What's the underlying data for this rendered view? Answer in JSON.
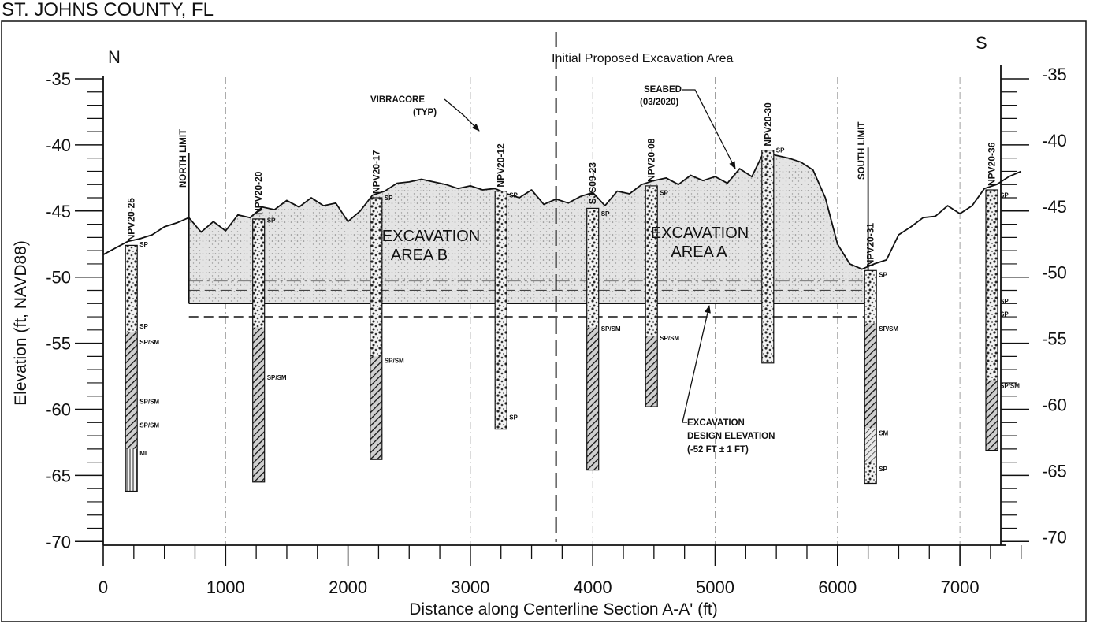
{
  "title": "ST. JOHNS COUNTY, FL",
  "compass": {
    "north": "N",
    "south": "S"
  },
  "chart_data": {
    "type": "cross-section",
    "xlabel": "Distance along Centerline Section A-A' (ft)",
    "ylabel": "Elevation (ft, NAVD88)",
    "xlim": [
      0,
      7500
    ],
    "ylim": [
      -70,
      -35
    ],
    "x_ticks": [
      0,
      1000,
      2000,
      3000,
      4000,
      5000,
      6000,
      7000
    ],
    "y_ticks": [
      -35,
      -40,
      -45,
      -50,
      -55,
      -60,
      -65,
      -70
    ],
    "x_tick_labels": [
      "0",
      "1000",
      "2000",
      "3000",
      "4000",
      "5000",
      "6000",
      "7000"
    ],
    "y_tick_labels": [
      "-35",
      "-40",
      "-45",
      "-50",
      "-55",
      "-60",
      "-65",
      "-70"
    ],
    "seabed_profile": [
      [
        0,
        -48.3
      ],
      [
        100,
        -47.8
      ],
      [
        200,
        -47.3
      ],
      [
        300,
        -47.1
      ],
      [
        400,
        -46.8
      ],
      [
        500,
        -46.2
      ],
      [
        600,
        -45.9
      ],
      [
        700,
        -45.5
      ],
      [
        800,
        -46.6
      ],
      [
        900,
        -45.8
      ],
      [
        1000,
        -46.5
      ],
      [
        1100,
        -45.3
      ],
      [
        1200,
        -45.5
      ],
      [
        1300,
        -44.7
      ],
      [
        1400,
        -44.9
      ],
      [
        1500,
        -44.2
      ],
      [
        1600,
        -44.7
      ],
      [
        1700,
        -44.0
      ],
      [
        1800,
        -44.6
      ],
      [
        1900,
        -44.4
      ],
      [
        2000,
        -45.8
      ],
      [
        2100,
        -45.0
      ],
      [
        2200,
        -43.8
      ],
      [
        2300,
        -43.5
      ],
      [
        2400,
        -42.9
      ],
      [
        2500,
        -42.8
      ],
      [
        2600,
        -42.6
      ],
      [
        2700,
        -42.8
      ],
      [
        2800,
        -43.0
      ],
      [
        2900,
        -43.3
      ],
      [
        3000,
        -43.1
      ],
      [
        3100,
        -43.4
      ],
      [
        3200,
        -43.3
      ],
      [
        3300,
        -43.7
      ],
      [
        3400,
        -44.0
      ],
      [
        3500,
        -43.4
      ],
      [
        3600,
        -44.5
      ],
      [
        3700,
        -44.1
      ],
      [
        3800,
        -44.4
      ],
      [
        3900,
        -43.9
      ],
      [
        4000,
        -43.6
      ],
      [
        4100,
        -44.6
      ],
      [
        4200,
        -43.5
      ],
      [
        4300,
        -43.7
      ],
      [
        4400,
        -43.0
      ],
      [
        4500,
        -42.7
      ],
      [
        4600,
        -42.5
      ],
      [
        4700,
        -43.0
      ],
      [
        4800,
        -42.3
      ],
      [
        4900,
        -42.7
      ],
      [
        5000,
        -42.4
      ],
      [
        5100,
        -42.9
      ],
      [
        5200,
        -41.8
      ],
      [
        5300,
        -42.4
      ],
      [
        5400,
        -40.5
      ],
      [
        5500,
        -40.8
      ],
      [
        5600,
        -41.0
      ],
      [
        5700,
        -41.3
      ],
      [
        5800,
        -41.9
      ],
      [
        5900,
        -44.0
      ],
      [
        6000,
        -47.5
      ],
      [
        6100,
        -49.0
      ],
      [
        6200,
        -49.4
      ],
      [
        6300,
        -49.0
      ],
      [
        6400,
        -48.7
      ],
      [
        6500,
        -46.8
      ],
      [
        6600,
        -46.2
      ],
      [
        6700,
        -45.5
      ],
      [
        6800,
        -45.4
      ],
      [
        6900,
        -44.6
      ],
      [
        7000,
        -45.2
      ],
      [
        7100,
        -44.6
      ],
      [
        7200,
        -43.3
      ],
      [
        7300,
        -43.0
      ],
      [
        7400,
        -42.4
      ],
      [
        7500,
        -42.0
      ]
    ],
    "excavation_design_elevation": -52,
    "excavation_tolerance": 1,
    "north_limit_x": 700,
    "south_limit_x": 6250,
    "boundary_x": 3700,
    "borings": [
      {
        "name": "NPV20-25",
        "x": 230,
        "top": -47.6,
        "bottom": -66.2,
        "layers": [
          {
            "top": -47.6,
            "bottom": -54.2,
            "pattern": "sp"
          },
          {
            "top": -54.2,
            "bottom": -58.8,
            "pattern": "spsm"
          },
          {
            "top": -58.8,
            "bottom": -63.0,
            "pattern": "spsm"
          },
          {
            "top": -63.0,
            "bottom": -66.2,
            "pattern": "ml"
          }
        ],
        "labels": [
          {
            "text": "SP",
            "y": -47.5
          },
          {
            "text": "SP",
            "y": -53.7
          },
          {
            "text": "SP/SM",
            "y": -54.9
          },
          {
            "text": "SP/SM",
            "y": -59.4
          },
          {
            "text": "SP/SM",
            "y": -61.2
          },
          {
            "text": "ML",
            "y": -63.3
          }
        ]
      },
      {
        "name": "NPV20-20",
        "x": 1270,
        "top": -45.6,
        "bottom": -65.5,
        "layers": [
          {
            "top": -45.6,
            "bottom": -53.8,
            "pattern": "sp"
          },
          {
            "top": -53.8,
            "bottom": -65.5,
            "pattern": "spsm"
          }
        ],
        "labels": [
          {
            "text": "SP",
            "y": -45.7
          },
          {
            "text": "SP/SM",
            "y": -57.6
          }
        ]
      },
      {
        "name": "NPV20-17",
        "x": 2230,
        "top": -44.0,
        "bottom": -63.8,
        "layers": [
          {
            "top": -44.0,
            "bottom": -56.0,
            "pattern": "sp"
          },
          {
            "top": -56.0,
            "bottom": -63.8,
            "pattern": "spsm"
          }
        ],
        "labels": [
          {
            "text": "SP",
            "y": -44.0
          },
          {
            "text": "SP/SM",
            "y": -56.3
          }
        ]
      },
      {
        "name": "NPV20-12",
        "x": 3250,
        "top": -43.5,
        "bottom": -61.5,
        "layers": [
          {
            "top": -43.5,
            "bottom": -61.5,
            "pattern": "sp"
          }
        ],
        "labels": [
          {
            "text": "SP",
            "y": -43.8
          },
          {
            "text": "SP",
            "y": -60.6
          }
        ]
      },
      {
        "name": "SJS09-23",
        "x": 4000,
        "top": -44.8,
        "bottom": -64.6,
        "layers": [
          {
            "top": -44.8,
            "bottom": -53.8,
            "pattern": "sp"
          },
          {
            "top": -53.8,
            "bottom": -64.6,
            "pattern": "spsm"
          }
        ],
        "labels": [
          {
            "text": "SP",
            "y": -45.2
          },
          {
            "text": "SP/SM",
            "y": -53.9
          }
        ]
      },
      {
        "name": "NPV20-08",
        "x": 4480,
        "top": -43.1,
        "bottom": -59.8,
        "layers": [
          {
            "top": -43.1,
            "bottom": -54.5,
            "pattern": "sp"
          },
          {
            "top": -54.5,
            "bottom": -59.8,
            "pattern": "spsm"
          }
        ],
        "labels": [
          {
            "text": "SP",
            "y": -43.6
          },
          {
            "text": "SP/SM",
            "y": -54.6
          }
        ]
      },
      {
        "name": "NPV20-30",
        "x": 5430,
        "top": -40.4,
        "bottom": -56.5,
        "layers": [
          {
            "top": -40.4,
            "bottom": -56.5,
            "pattern": "sp"
          }
        ],
        "labels": [
          {
            "text": "SP",
            "y": -40.4
          }
        ]
      },
      {
        "name": "NPV20-31",
        "x": 6270,
        "top": -49.5,
        "bottom": -65.6,
        "layers": [
          {
            "top": -49.5,
            "bottom": -53.5,
            "pattern": "sp"
          },
          {
            "top": -53.5,
            "bottom": -61.4,
            "pattern": "spsm"
          },
          {
            "top": -61.4,
            "bottom": -64.0,
            "pattern": "sm"
          },
          {
            "top": -64.0,
            "bottom": -65.6,
            "pattern": "sp"
          }
        ],
        "labels": [
          {
            "text": "SP",
            "y": -49.8
          },
          {
            "text": "SP/SM",
            "y": -53.9
          },
          {
            "text": "SM",
            "y": -61.8
          },
          {
            "text": "SP",
            "y": -64.5
          }
        ]
      },
      {
        "name": "NPV20-36",
        "x": 7260,
        "top": -43.4,
        "bottom": -63.1,
        "layers": [
          {
            "top": -43.4,
            "bottom": -57.8,
            "pattern": "sp"
          },
          {
            "top": -57.8,
            "bottom": -63.1,
            "pattern": "spsm"
          }
        ],
        "labels": [
          {
            "text": "SP",
            "y": -43.8
          },
          {
            "text": "SP",
            "y": -51.8
          },
          {
            "text": "SP",
            "y": -52.8
          },
          {
            "text": "SP/SM",
            "y": -58.2
          }
        ]
      }
    ]
  },
  "annotations": {
    "proposed_area": "Initial Proposed Excavation Area",
    "north_limit": "NORTH LIMIT",
    "south_limit": "SOUTH LIMIT",
    "area_b_line1": "EXCAVATION",
    "area_b_line2": "AREA B",
    "area_a_line1": "EXCAVATION",
    "area_a_line2": "AREA A",
    "vibracore_line1": "VIBRACORE",
    "vibracore_line2": "(TYP)",
    "seabed_line1": "SEABED",
    "seabed_line2": "(03/2020)",
    "design_line1": "EXCAVATION",
    "design_line2": "DESIGN ELEVATION",
    "design_line3": "(-52 FT ± 1 FT)"
  },
  "colors": {
    "ink": "#111111",
    "paper": "#ffffff",
    "fill_light": "#dcdcdc"
  }
}
